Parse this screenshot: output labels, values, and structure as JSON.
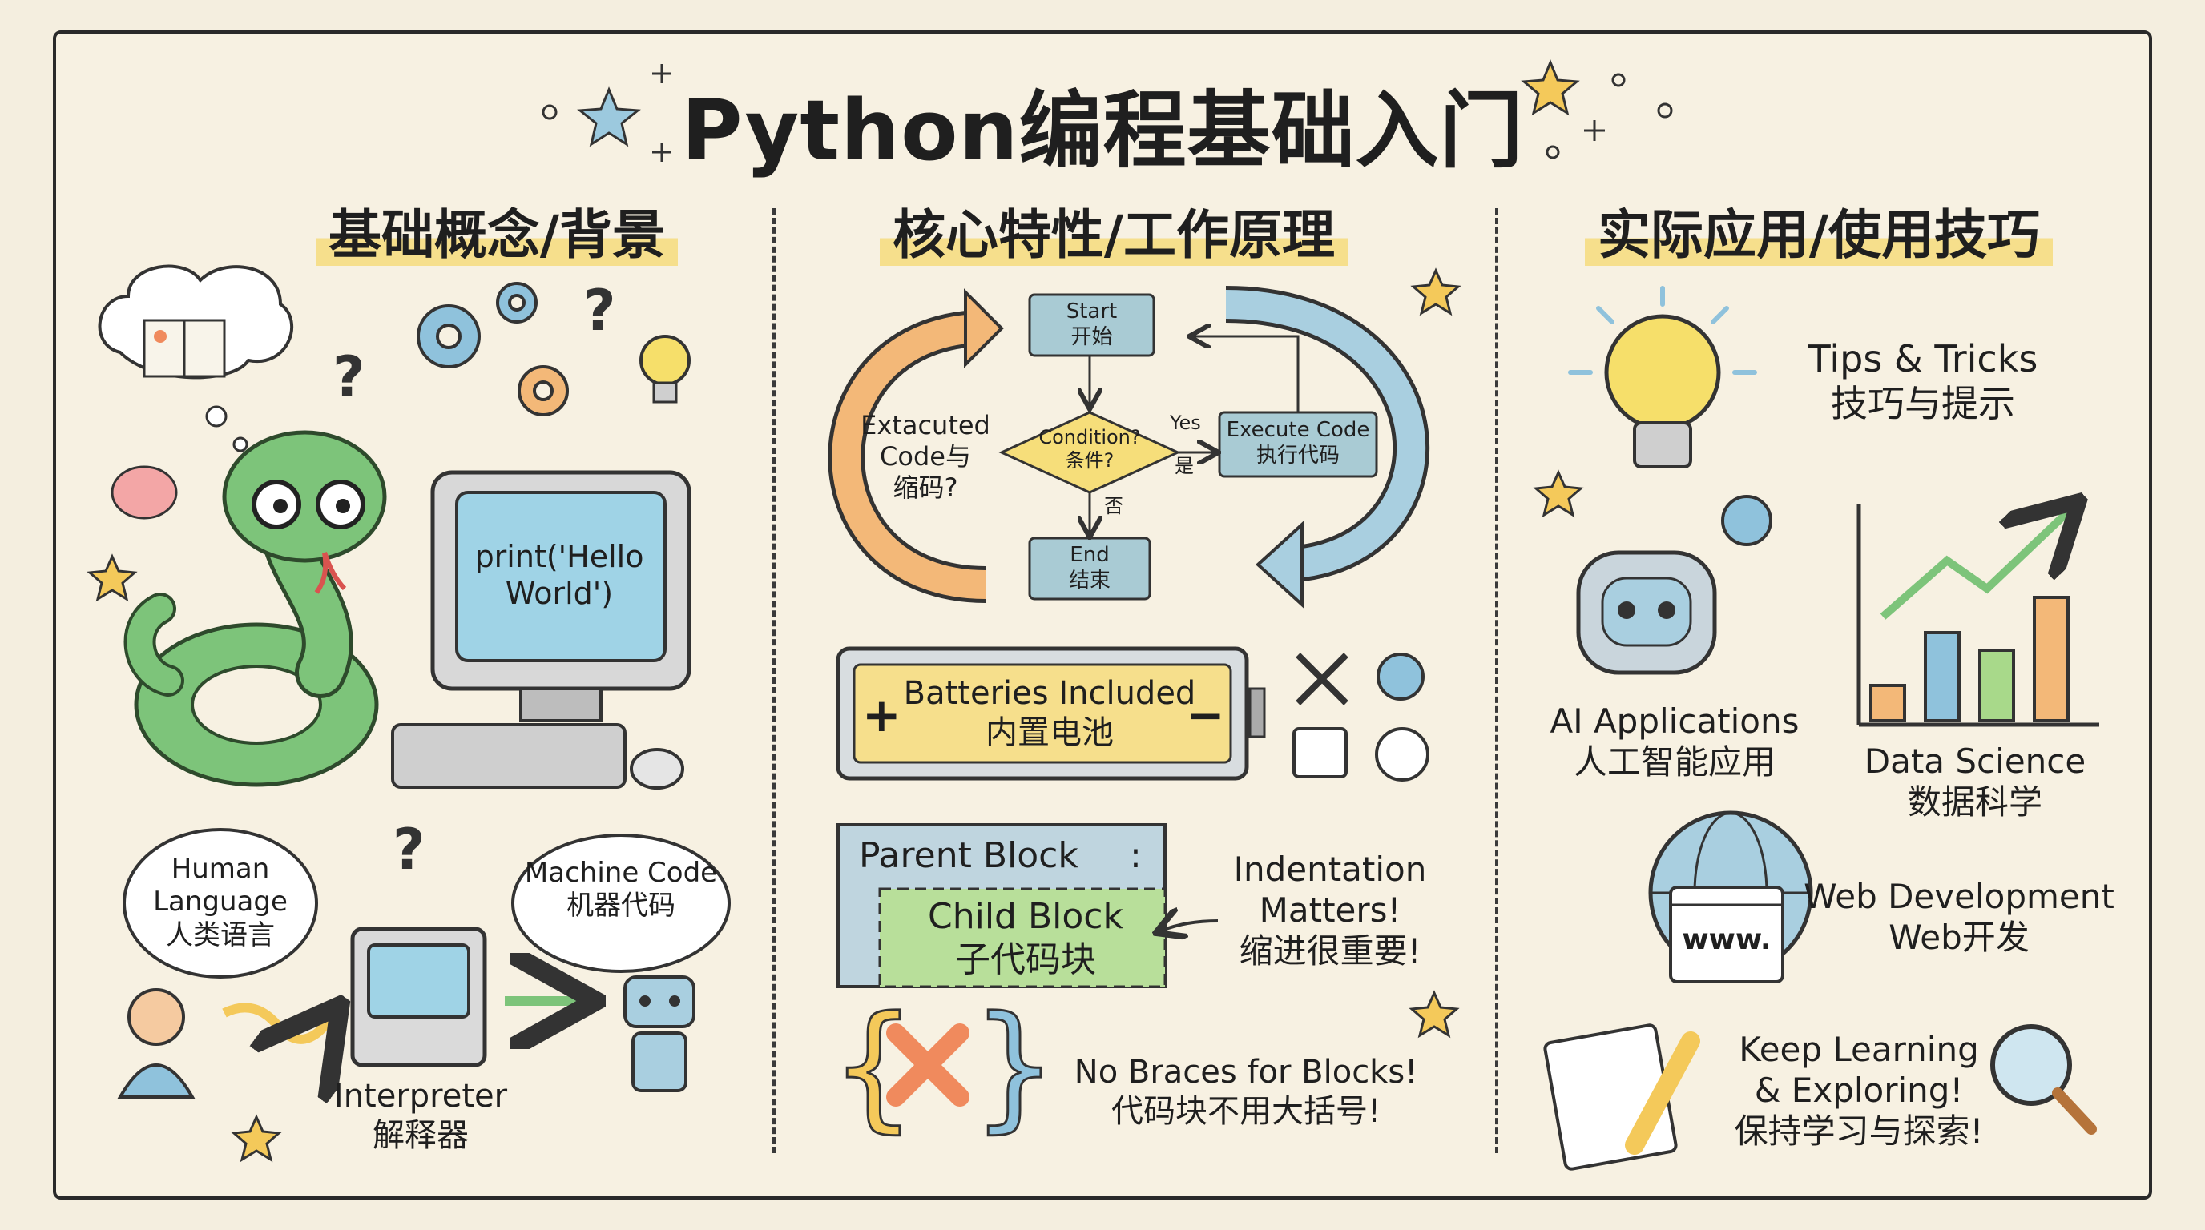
{
  "title": "Python编程基础入门",
  "sections": {
    "basics": "基础概念/背景",
    "core": "核心特性/工作原理",
    "practice": "实际应用/使用技巧"
  },
  "basics": {
    "screen_code": "print('Hello World')",
    "human_lang_en": "Human Language",
    "human_lang_zh": "人类语言",
    "machine_code_en": "Machine Code",
    "machine_code_zh": "机器代码",
    "interpreter_en": "Interpreter",
    "interpreter_zh": "解释器"
  },
  "core": {
    "flow_start_en": "Start",
    "flow_start_zh": "开始",
    "flow_condition_en": "Condition?",
    "flow_condition_zh": "条件?",
    "flow_execute_en": "Execute Code",
    "flow_execute_zh": "执行代码",
    "flow_end_en": "End",
    "flow_end_zh": "结束",
    "flow_yes_en": "Yes",
    "flow_yes_zh": "是",
    "flow_no_zh": "否",
    "loop_label_en_1": "Extacuted",
    "loop_label_en_2": "Code与",
    "loop_label_zh": "缩码?",
    "battery_en": "Batteries Included",
    "battery_zh": "内置电池",
    "battery_plus": "+",
    "battery_minus": "−",
    "parent_block": "Parent Block",
    "parent_colon": ":",
    "child_block_en": "Child Block",
    "child_block_zh": "子代码块",
    "indent_en_1": "Indentation",
    "indent_en_2": "Matters!",
    "indent_zh": "缩进很重要!",
    "braces_en": "No Braces for Blocks!",
    "braces_zh": "代码块不用大括号!"
  },
  "practice": {
    "tips_en": "Tips & Tricks",
    "tips_zh": "技巧与提示",
    "ai_en": "AI Applications",
    "ai_zh": "人工智能应用",
    "ds_en": "Data Science",
    "ds_zh": "数据科学",
    "web_en": "Web Development",
    "web_zh": "Web开发",
    "browser_text": "www.",
    "learn_en_1": "Keep Learning",
    "learn_en_2": "& Exploring!",
    "learn_zh": "保持学习与探索!"
  },
  "colors": {
    "background": "#f4eedf",
    "highlight": "#f6df8c",
    "snake_green": "#7dc47a",
    "screen_blue": "#9fd3e6",
    "flow_box": "#a9cbd4",
    "flow_diamond": "#f6de7a",
    "loop_orange": "#f3b878",
    "loop_blue": "#a9cfe0",
    "battery_yellow": "#f6df8c",
    "child_green": "#b8df9a",
    "brace_orange": "#f08a5d"
  },
  "bar_chart": {
    "values": [
      2,
      5,
      4,
      7
    ],
    "colors": [
      "#f3b878",
      "#8fc2dc",
      "#a8d98a",
      "#f3b878"
    ]
  }
}
